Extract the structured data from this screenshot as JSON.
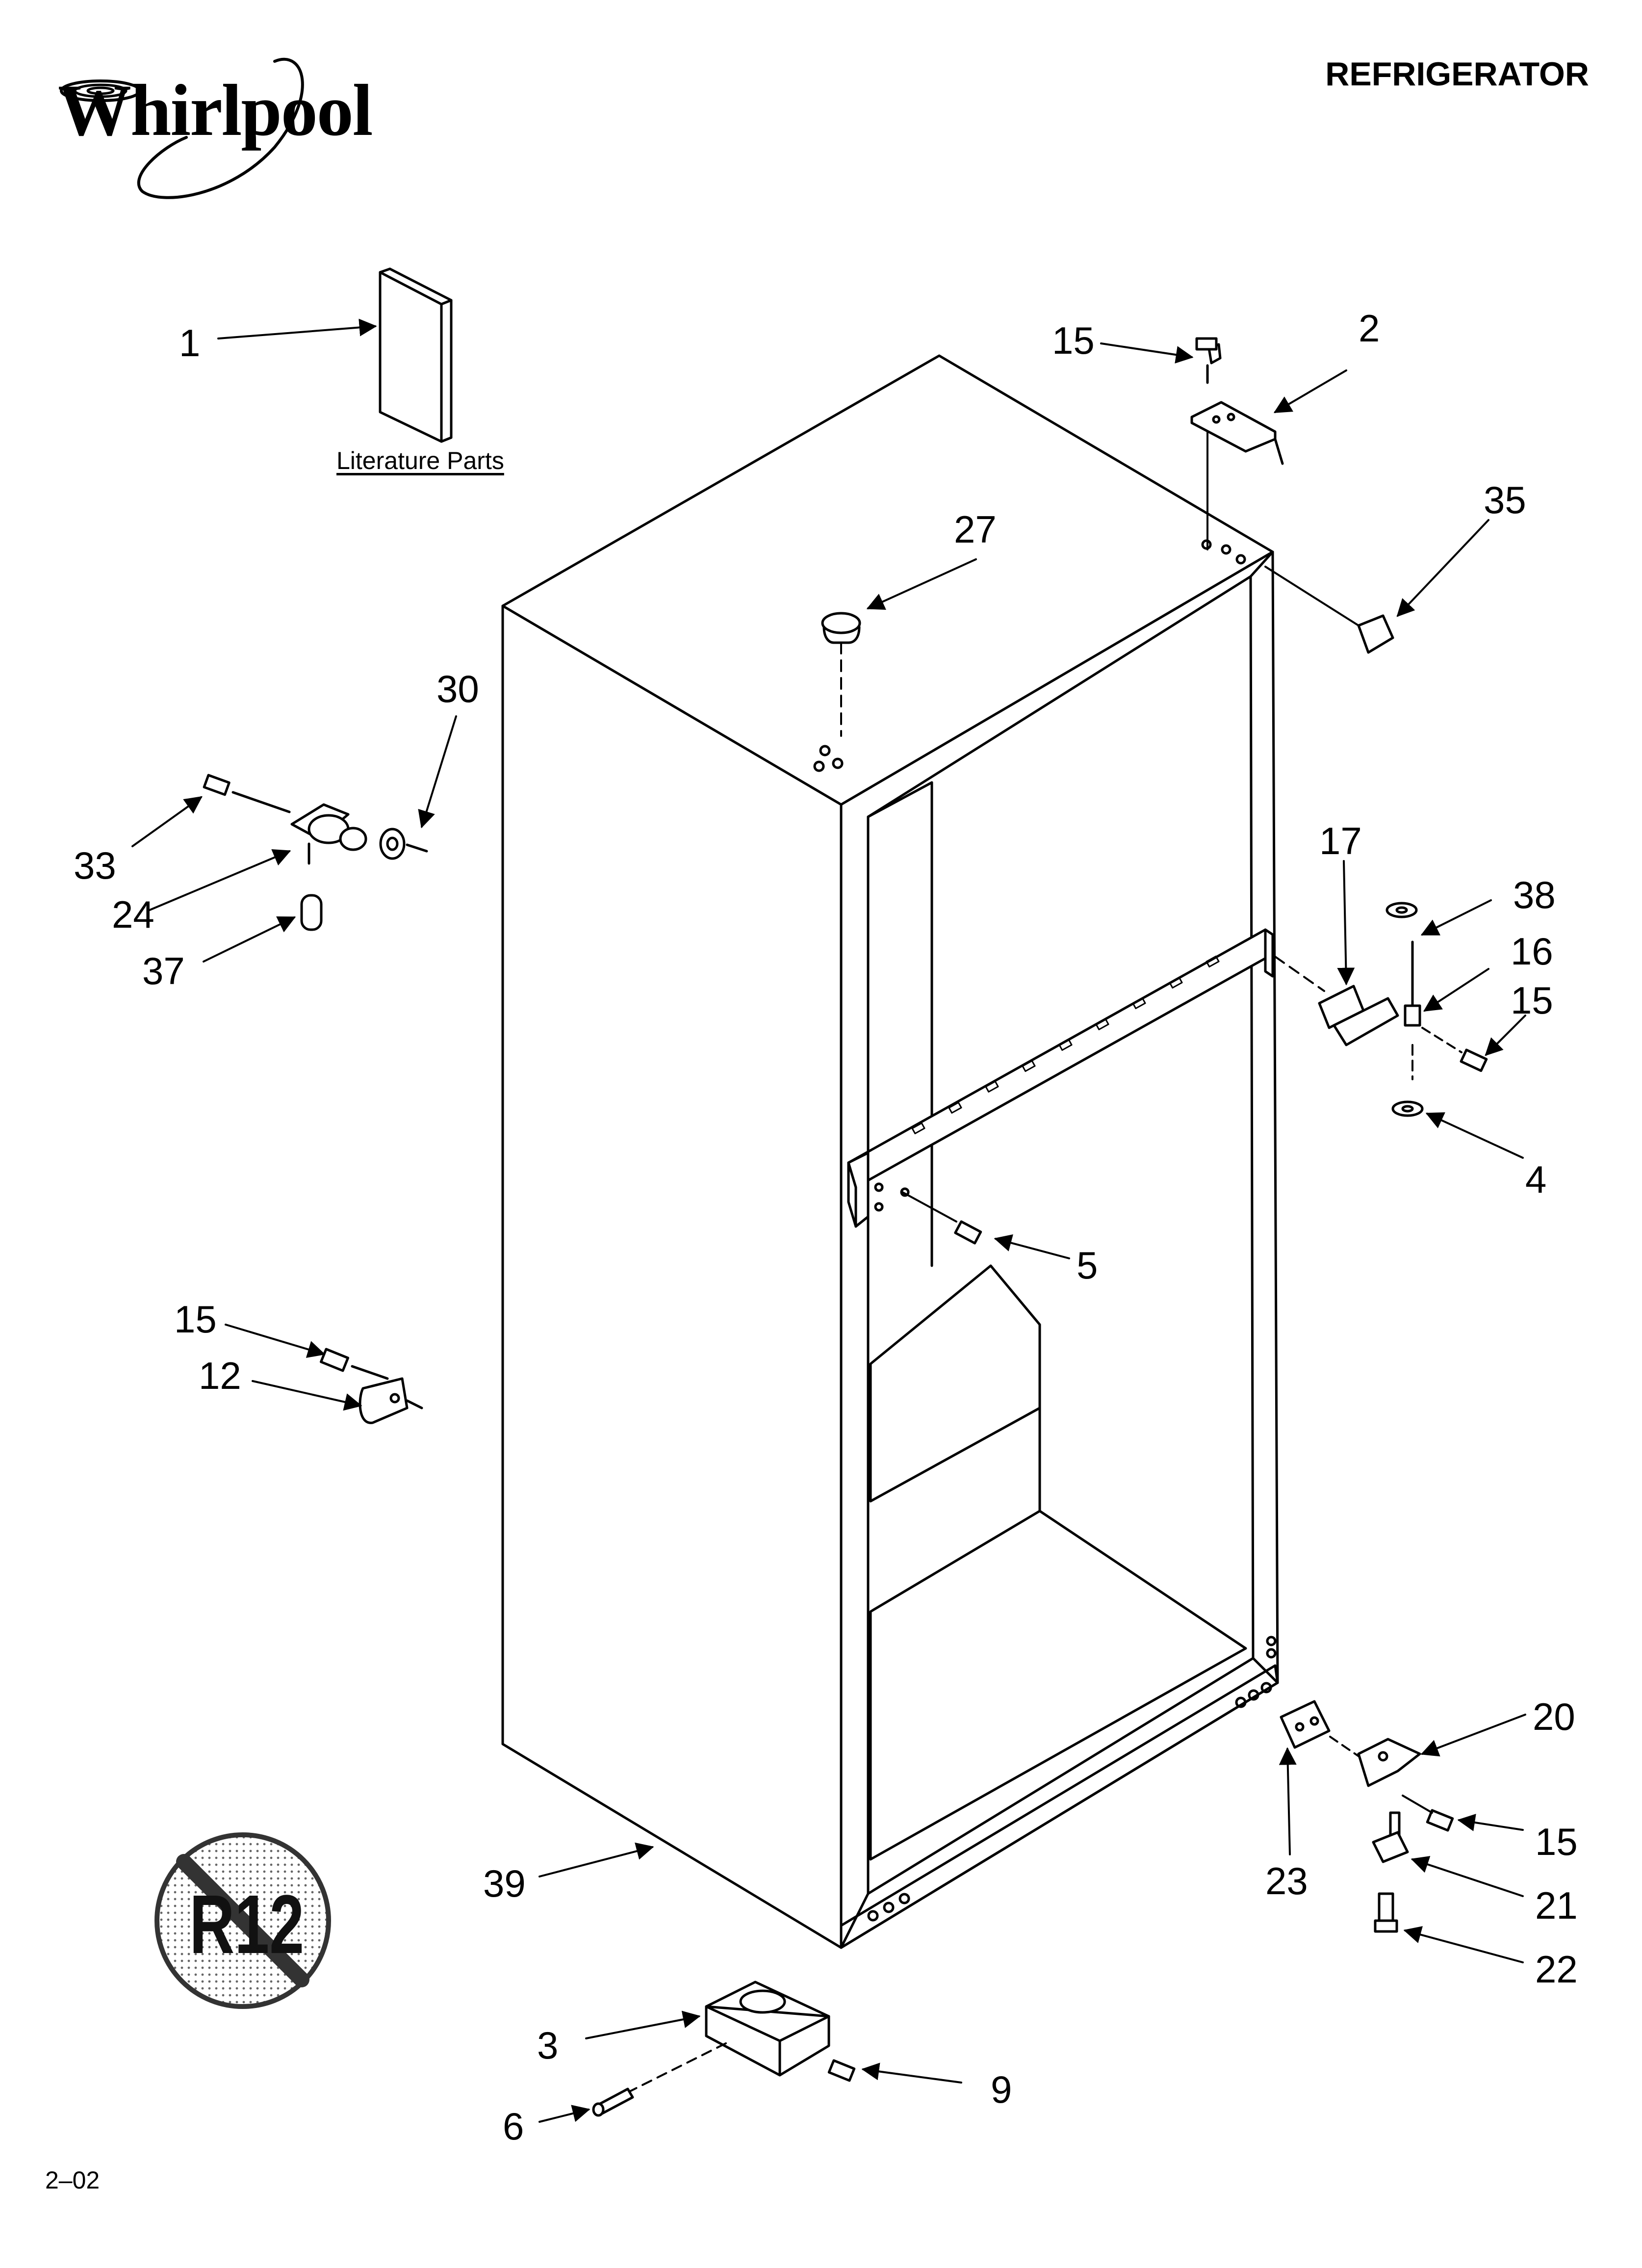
{
  "header": {
    "brand": "Whirlpool",
    "title": "REFRIGERATOR"
  },
  "literature": {
    "label": "Literature Parts"
  },
  "footer": {
    "code": "2–02"
  },
  "badge": {
    "text": "R12"
  },
  "callouts": {
    "c1": "1",
    "c2": "2",
    "c3": "3",
    "c4": "4",
    "c5": "5",
    "c6": "6",
    "c9": "9",
    "c12": "12",
    "c15a": "15",
    "c15b": "15",
    "c15c": "15",
    "c15d": "15",
    "c16": "16",
    "c17": "17",
    "c20": "20",
    "c21": "21",
    "c22": "22",
    "c23": "23",
    "c24": "24",
    "c27": "27",
    "c30": "30",
    "c33": "33",
    "c35": "35",
    "c37": "37",
    "c38": "38",
    "c39": "39"
  }
}
